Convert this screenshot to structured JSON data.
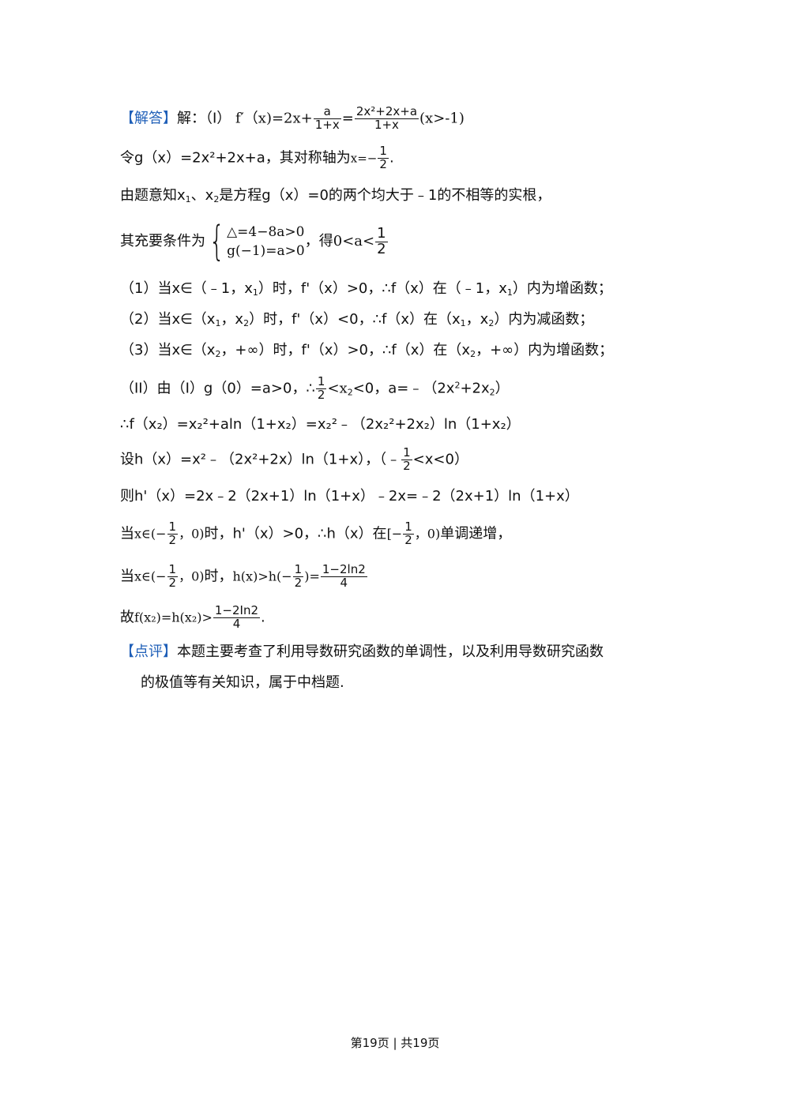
{
  "solution": {
    "tag": "【解答】",
    "lead": "解：",
    "l1_prefix": "（I）",
    "l1_fprime": "f′（x)=2x+",
    "l1_frac1_num": "a",
    "l1_frac1_den": "1+x",
    "l1_eq": "=",
    "l1_frac2_num": "2x²+2x+a",
    "l1_frac2_den": "1+x",
    "l1_domain": "(x>-1)",
    "l2_text": "令g（x）=2x²+2x+a，其对称轴为",
    "l2_x": "x=−",
    "l2_frac_num": "1",
    "l2_frac_den": "2",
    "l2_end": ".",
    "l3_a": "由题意知x",
    "l3_s1": "1",
    "l3_b": "、x",
    "l3_s2": "2",
    "l3_c": "是方程g（x）=0的两个均大于﹣1的不相等的实根，",
    "l4_a": "其充要条件为",
    "l4_sys1": "△=4−8a>0",
    "l4_sys2": "g(−1)=a>0",
    "l4_b": "，得",
    "l4_c": "0<a<",
    "l4_frac_num": "1",
    "l4_frac_den": "2",
    "c1_a": "（1）当x∈（﹣1，x",
    "c1_s": "1",
    "c1_b": "）时，f'（x）>0，∴f（x）在（﹣1，x",
    "c1_s2": "1",
    "c1_c": "）内为增函数；",
    "c2_a": "（2）当x∈（x",
    "c2_s1": "1",
    "c2_b": "，x",
    "c2_s2": "2",
    "c2_c": "）时，f'（x）<0，∴f（x）在（x",
    "c2_s3": "1",
    "c2_d": "，x",
    "c2_s4": "2",
    "c2_e": "）内为减函数；",
    "c3_a": "（3）当x∈（x",
    "c3_s1": "2",
    "c3_b": "，+∞）时，f'（x）>0，∴f（x）在（x",
    "c3_s2": "2",
    "c3_c": "，+∞）内为增函数；",
    "p2_a": "（II）由（I）g（0）=a>0，∴",
    "p2_frac_num": "1",
    "p2_frac_den": "2",
    "p2_b": "<x",
    "p2_s": "2",
    "p2_c": "<0，a=﹣（2x",
    "p2_s2": "2",
    "p2_d": "+2x",
    "p2_s3": "2",
    "p2_e": "）",
    "f_line": "∴f（x₂）=x₂²+aln（1+x₂）=x₂²﹣（2x₂²+2x₂）ln（1+x₂）",
    "h_a": "设h（x）=x²﹣（2x²+2x）ln（1+x），（﹣",
    "h_frac_num": "1",
    "h_frac_den": "2",
    "h_b": "<x<0）",
    "hp_line": "则h'（x）=2x﹣2（2x+1）ln（1+x）﹣2x=﹣2（2x+1）ln（1+x）",
    "m1_a": "当",
    "m1_b": "x∈(−",
    "m1_frac_num": "1",
    "m1_frac_den": "2",
    "m1_c": "，0)",
    "m1_d": "时，h'（x）>0，∴h（x）在",
    "m1_e": "[−",
    "m1_frac2_num": "1",
    "m1_frac2_den": "2",
    "m1_f": "，0)",
    "m1_g": "单调递增，",
    "m2_a": "当",
    "m2_b": "x∈(−",
    "m2_frac_num": "1",
    "m2_frac_den": "2",
    "m2_c": "，0)",
    "m2_d": "时，",
    "m2_e": "h(x)>h(−",
    "m2_frac2_num": "1",
    "m2_frac2_den": "2",
    "m2_f": ")=",
    "m2_frac3_num": "1−2ln2",
    "m2_frac3_den": "4",
    "g_a": "故",
    "g_b": "f(x₂)=h(x₂)>",
    "g_frac_num": "1−2In2",
    "g_frac_den": "4",
    "g_c": "."
  },
  "review": {
    "tag": "【点评】",
    "line1": "本题主要考查了利用导数研究函数的单调性，以及利用导数研究函数",
    "line2": "的极值等有关知识，属于中档题."
  },
  "footer": "第19页 | 共19页"
}
